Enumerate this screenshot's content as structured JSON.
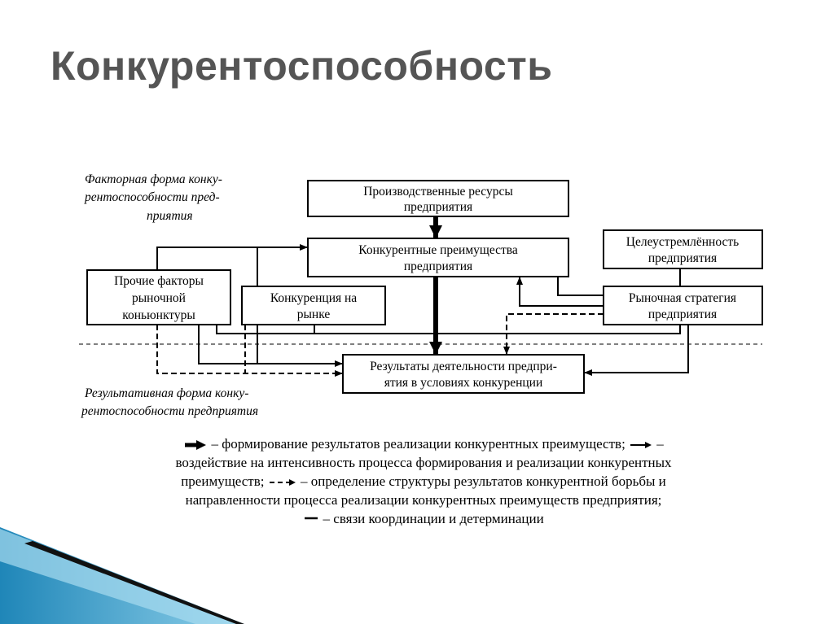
{
  "title": "Конкурентоспособность",
  "labels": {
    "factor_form": [
      "Факторная форма конку-",
      "рентоспособности пред-",
      "приятия"
    ],
    "result_form": [
      "Результативная форма конку-",
      "рентоспособности предприятия"
    ]
  },
  "boxes": {
    "resources": [
      "Производственные ресурсы",
      "предприятия"
    ],
    "advantages": [
      "Конкурентные преимущества",
      "предприятия"
    ],
    "purposefulness": [
      "Целеустремлённость",
      "предприятия"
    ],
    "strategy": [
      "Рыночная стратегия",
      "предприятия"
    ],
    "other_factors": [
      "Прочие факторы",
      "рыночной",
      "коньюнктуры"
    ],
    "competition": [
      "Конкуренция на",
      "рынке"
    ],
    "results": [
      "Результаты деятельности предпри-",
      "ятия в условиях конкуренции"
    ]
  },
  "legend": {
    "line1a": "– формирование результатов реализации конкурентных преимуществ;",
    "line1b": "–",
    "line2": "воздействие на интенсивность процесса формирования и реализации конкурентных",
    "line3a": "преимуществ;",
    "line3b": "– определение структуры результатов конкурентной борьбы и",
    "line4": "направленности процесса реализации конкурентных преимуществ предприятия;",
    "line5": "– связи координации и детерминации"
  },
  "colors": {
    "title": "#555555",
    "accent": "#2a8fc0"
  }
}
